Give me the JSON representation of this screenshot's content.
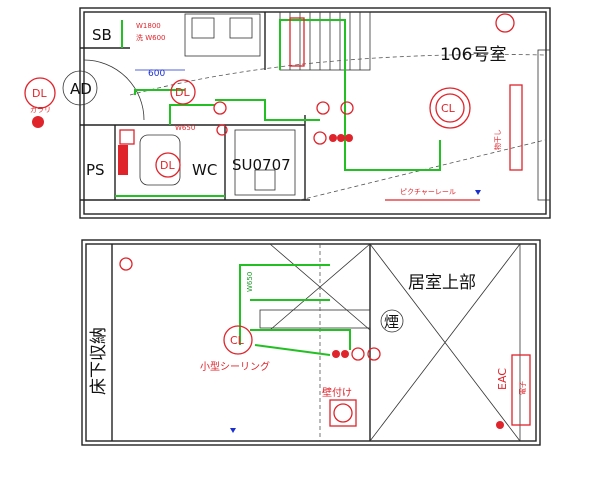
{
  "labels": {
    "sb": "SB",
    "ad": "AD",
    "ps": "PS",
    "wc": "WC",
    "su": "SU0707",
    "room": "106号室",
    "loft": "居室上部",
    "floor_storage": "床下収納",
    "chimney": "煙"
  },
  "red_labels": {
    "dl_top": "DL",
    "dl_top_sub": "ガラリ",
    "dl_mid": "DL",
    "dl_wc": "DL",
    "cl_room": "CL",
    "cl_small": "CL",
    "small_ceiling": "小型シーリング",
    "wall_mounted": "壁付け",
    "picture_rail": "ピクチャーレール",
    "drying_rail": "物干し",
    "eac": "EAC",
    "elec_fixture": "電子",
    "note_top": "W1800",
    "note_kitchen": "洗 W600",
    "note_w650": "W650"
  },
  "dimension_text": {
    "w600": "600",
    "w650_top": "W650"
  },
  "colors": {
    "wall": "#222222",
    "light_circuit": "#22c022",
    "fixture": "#e0242b",
    "dimension": "#1a2fd0"
  },
  "icons": [
    "downlight-symbol",
    "ceiling-light-symbol",
    "fan-symbol",
    "switch-symbol",
    "outlet-symbol"
  ]
}
